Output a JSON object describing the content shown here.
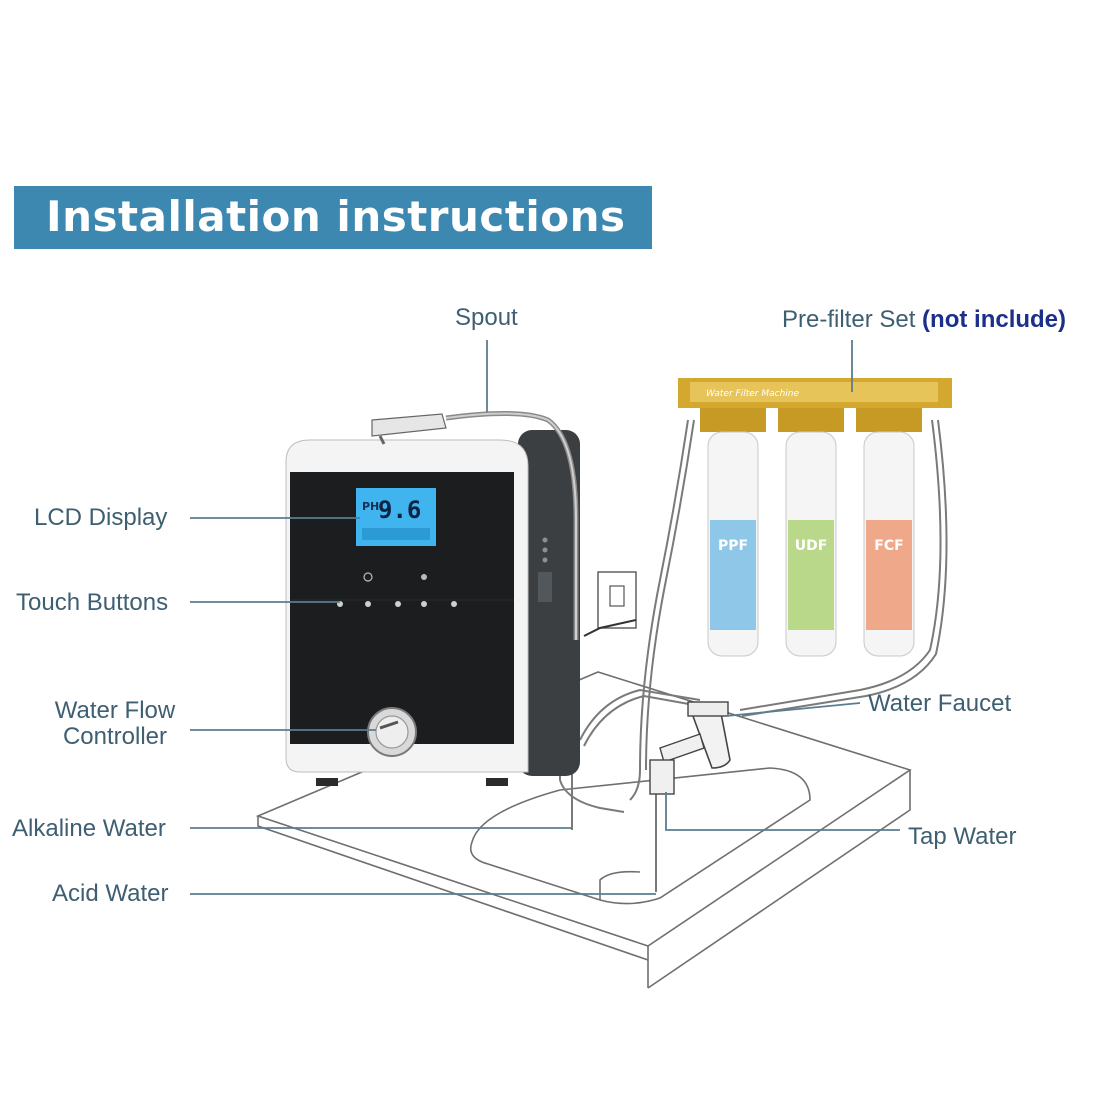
{
  "banner": {
    "title": "Installation instructions",
    "color": "#3d88b1"
  },
  "labels": {
    "spout": "Spout",
    "prefilter": "Pre-filter Set",
    "prefilter_note": "(not include)",
    "lcd": "LCD Display",
    "touch": "Touch Buttons",
    "flow_line1": "Water Flow",
    "flow_line2": "Controller",
    "alkaline": "Alkaline Water",
    "acid": "Acid Water",
    "faucet": "Water Faucet",
    "tap": "Tap Water"
  },
  "device": {
    "lcd_reading": "9.6",
    "lcd_unit": "PH"
  },
  "filters": {
    "header": "Water Filter Machine",
    "cartridges": [
      {
        "label": "PPF",
        "color": "#8ec7e8"
      },
      {
        "label": "UDF",
        "color": "#b9d88a"
      },
      {
        "label": "FCF",
        "color": "#f0a88a"
      }
    ]
  },
  "colors": {
    "label_text": "#3e5f72",
    "leader_line": "#5a7d90",
    "note_text": "#1c2f8a"
  }
}
